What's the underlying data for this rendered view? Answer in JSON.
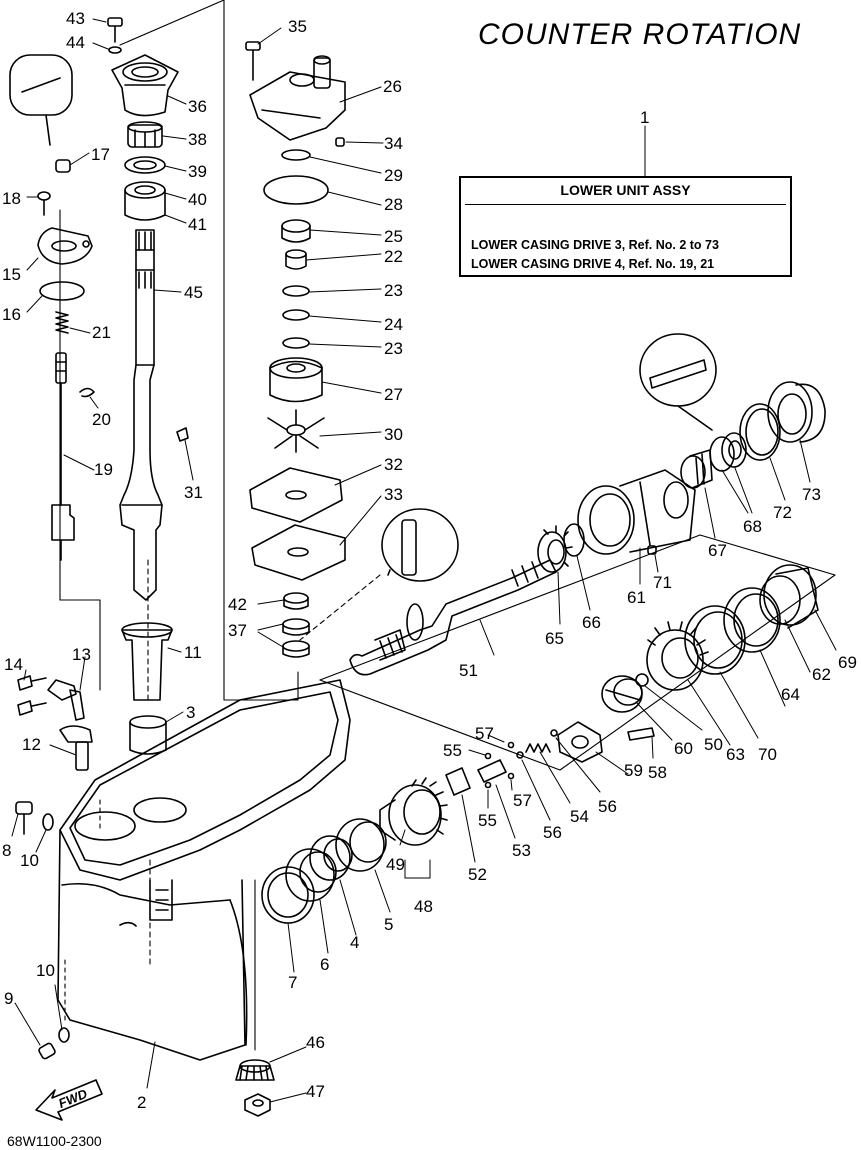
{
  "title": "COUNTER ROTATION",
  "assembly": {
    "ref": "1",
    "name": "LOWER UNIT ASSY",
    "lines": [
      "LOWER CASING DRIVE 3, Ref. No. 2 to 73",
      "LOWER CASING DRIVE 4, Ref. No. 19, 21"
    ]
  },
  "drawing_code": "68W1100-2300",
  "fwd_label": "FWD",
  "callouts": [
    "43",
    "44",
    "35",
    "26",
    "36",
    "34",
    "38",
    "29",
    "17",
    "39",
    "28",
    "40",
    "18",
    "41",
    "25",
    "22",
    "15",
    "23",
    "16",
    "24",
    "21",
    "45",
    "23",
    "27",
    "30",
    "20",
    "19",
    "31",
    "32",
    "33",
    "42",
    "37",
    "11",
    "14",
    "13",
    "3",
    "12",
    "8",
    "10",
    "57",
    "55",
    "57",
    "55",
    "53",
    "52",
    "56",
    "54",
    "56",
    "58",
    "59",
    "60",
    "50",
    "63",
    "70",
    "64",
    "62",
    "69",
    "65",
    "66",
    "61",
    "71",
    "67",
    "68",
    "72",
    "73",
    "51",
    "49",
    "48",
    "5",
    "4",
    "6",
    "7",
    "10",
    "9",
    "46",
    "47",
    "2"
  ]
}
